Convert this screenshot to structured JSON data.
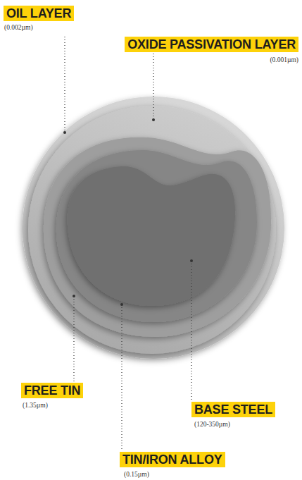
{
  "diagram": {
    "labels": [
      "OIL LAYER",
      "(0.002µm)",
      "OXIDE PASSIVATION LAYER",
      "(0.001µm)",
      "FREE TIN",
      "(1.35µm)",
      "BASE STEEL",
      "(120-350µm)",
      "TIN/IRON ALLOY",
      "(0.15µm)"
    ]
  }
}
